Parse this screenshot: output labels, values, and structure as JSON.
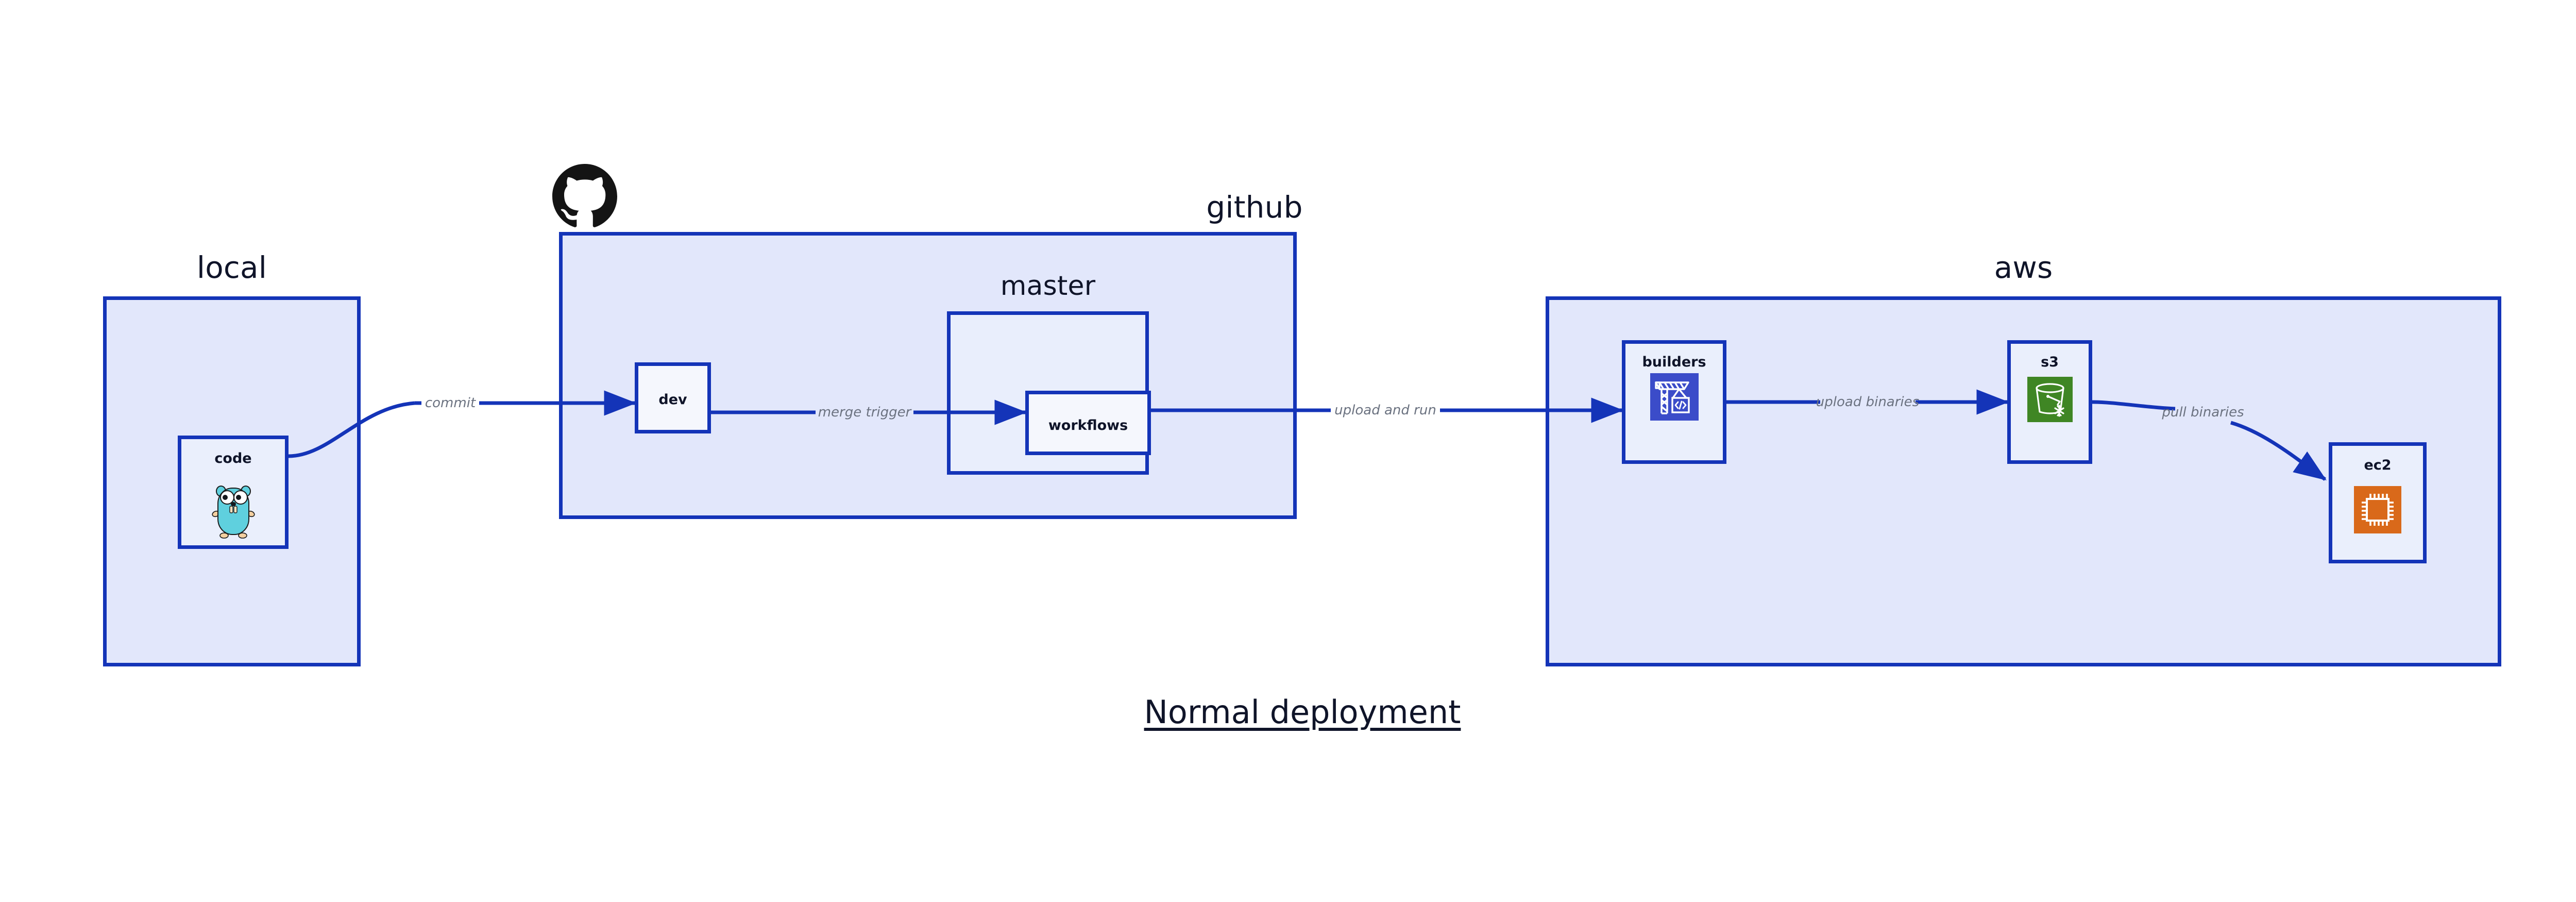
{
  "caption": {
    "text": "Normal deployment"
  },
  "groups": [
    {
      "id": "local",
      "label": "local"
    },
    {
      "id": "github",
      "label": "github"
    },
    {
      "id": "aws",
      "label": "aws"
    }
  ],
  "subgroups": [
    {
      "id": "master",
      "label": "master",
      "parent": "github"
    }
  ],
  "nodes": [
    {
      "id": "code",
      "label": "code",
      "icon": "go-gopher-icon",
      "parent": "local"
    },
    {
      "id": "dev",
      "label": "dev",
      "icon": null,
      "parent": "github"
    },
    {
      "id": "workflows",
      "label": "workflows",
      "icon": null,
      "parent": "master"
    },
    {
      "id": "builders",
      "label": "builders",
      "icon": "aws-crane-code-icon",
      "parent": "aws"
    },
    {
      "id": "s3",
      "label": "s3",
      "icon": "aws-s3-bucket-icon",
      "parent": "aws"
    },
    {
      "id": "ec2",
      "label": "ec2",
      "icon": "aws-ec2-chip-icon",
      "parent": "aws"
    }
  ],
  "edges": [
    {
      "id": "commit",
      "from": "code",
      "to": "dev",
      "label": "commit"
    },
    {
      "id": "merge-trigger",
      "from": "dev",
      "to": "workflows",
      "label": "merge trigger"
    },
    {
      "id": "upload-and-run",
      "from": "workflows",
      "to": "builders",
      "label": "upload and run"
    },
    {
      "id": "upload-binaries",
      "from": "builders",
      "to": "s3",
      "label": "upload binaries"
    },
    {
      "id": "pull-binaries",
      "from": "s3",
      "to": "ec2",
      "label": "pull binaries"
    }
  ],
  "branding": {
    "github_logo": "github-octocat-icon"
  },
  "colors": {
    "group_fill": "#e2e7fb",
    "node_fill": "#eaeffc",
    "border": "#1434b8",
    "edge": "#1434b8",
    "edge_label": "#6b7280",
    "text": "#0f1429",
    "builders_icon_bg": "#3b4cc9",
    "s3_icon_bg": "#3f8624",
    "ec2_icon_bg": "#d9691a",
    "gopher_body": "#5fd0de"
  }
}
